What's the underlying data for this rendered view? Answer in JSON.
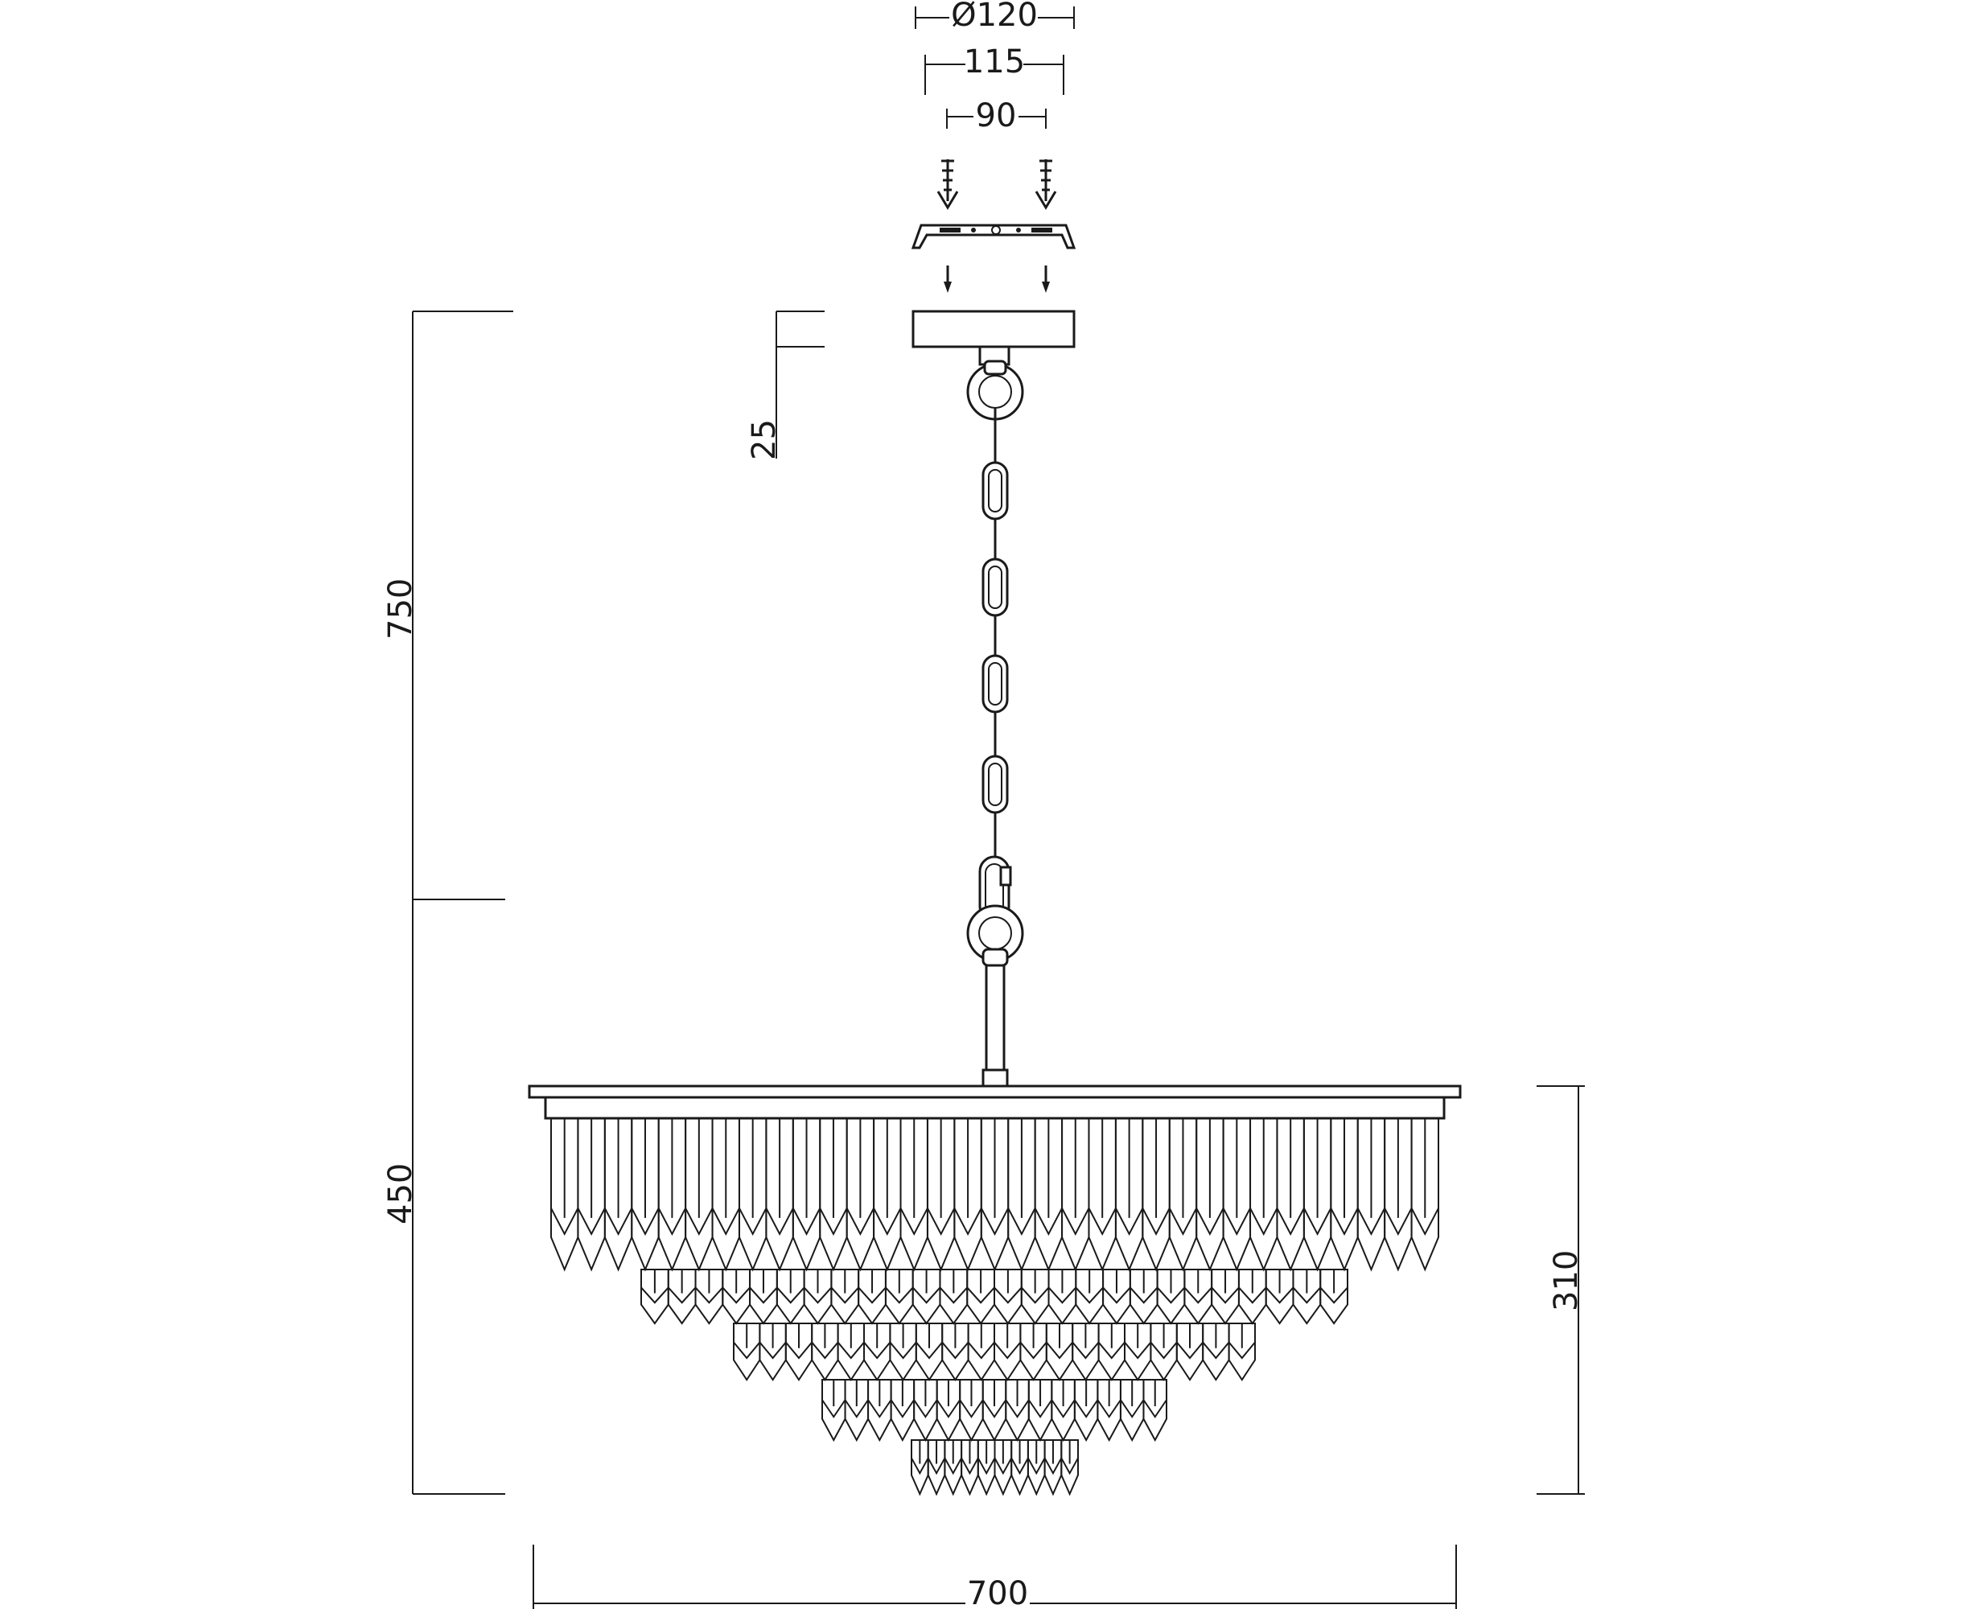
{
  "dimensions": {
    "canopy_diameter": "Ø120",
    "bracket_width": "115",
    "screw_spacing": "90",
    "canopy_height": "25",
    "chain_length": "750",
    "body_height": "450",
    "shade_height": "310",
    "overall_width": "700"
  },
  "style": {
    "line_color": "#1a1a1a",
    "background": "#ffffff"
  },
  "tiers": [
    {
      "crystals": 33
    },
    {
      "crystals": 26
    },
    {
      "crystals": 20
    },
    {
      "crystals": 15
    },
    {
      "crystals": 10
    }
  ]
}
